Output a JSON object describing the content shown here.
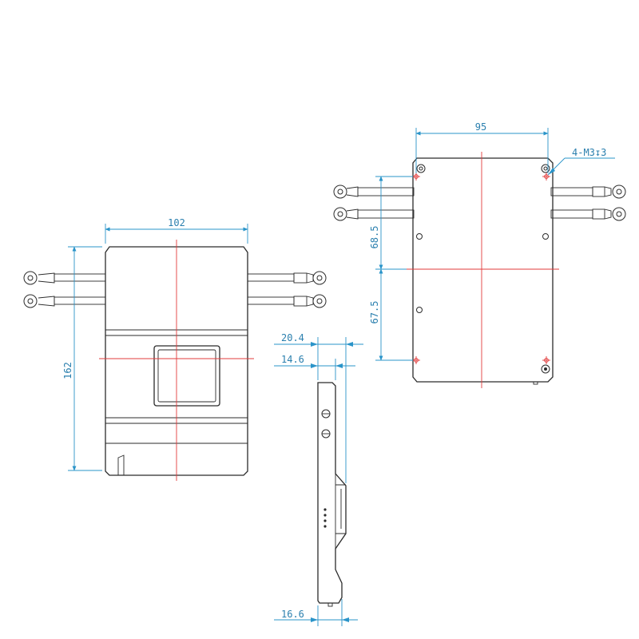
{
  "front_view": {
    "width_label": "102",
    "height_label": "162"
  },
  "side_view": {
    "top_dim_1": "20.4",
    "top_dim_2": "14.6",
    "bottom_dim": "16.6"
  },
  "back_view": {
    "width_label": "95",
    "upper_height_label": "68.5",
    "lower_height_label": "67.5",
    "hole_callout": "4-M3↧3"
  },
  "colors": {
    "outline": "#2b2b2b",
    "dimension": "#2a94c9",
    "centerline": "#e23b3b"
  }
}
